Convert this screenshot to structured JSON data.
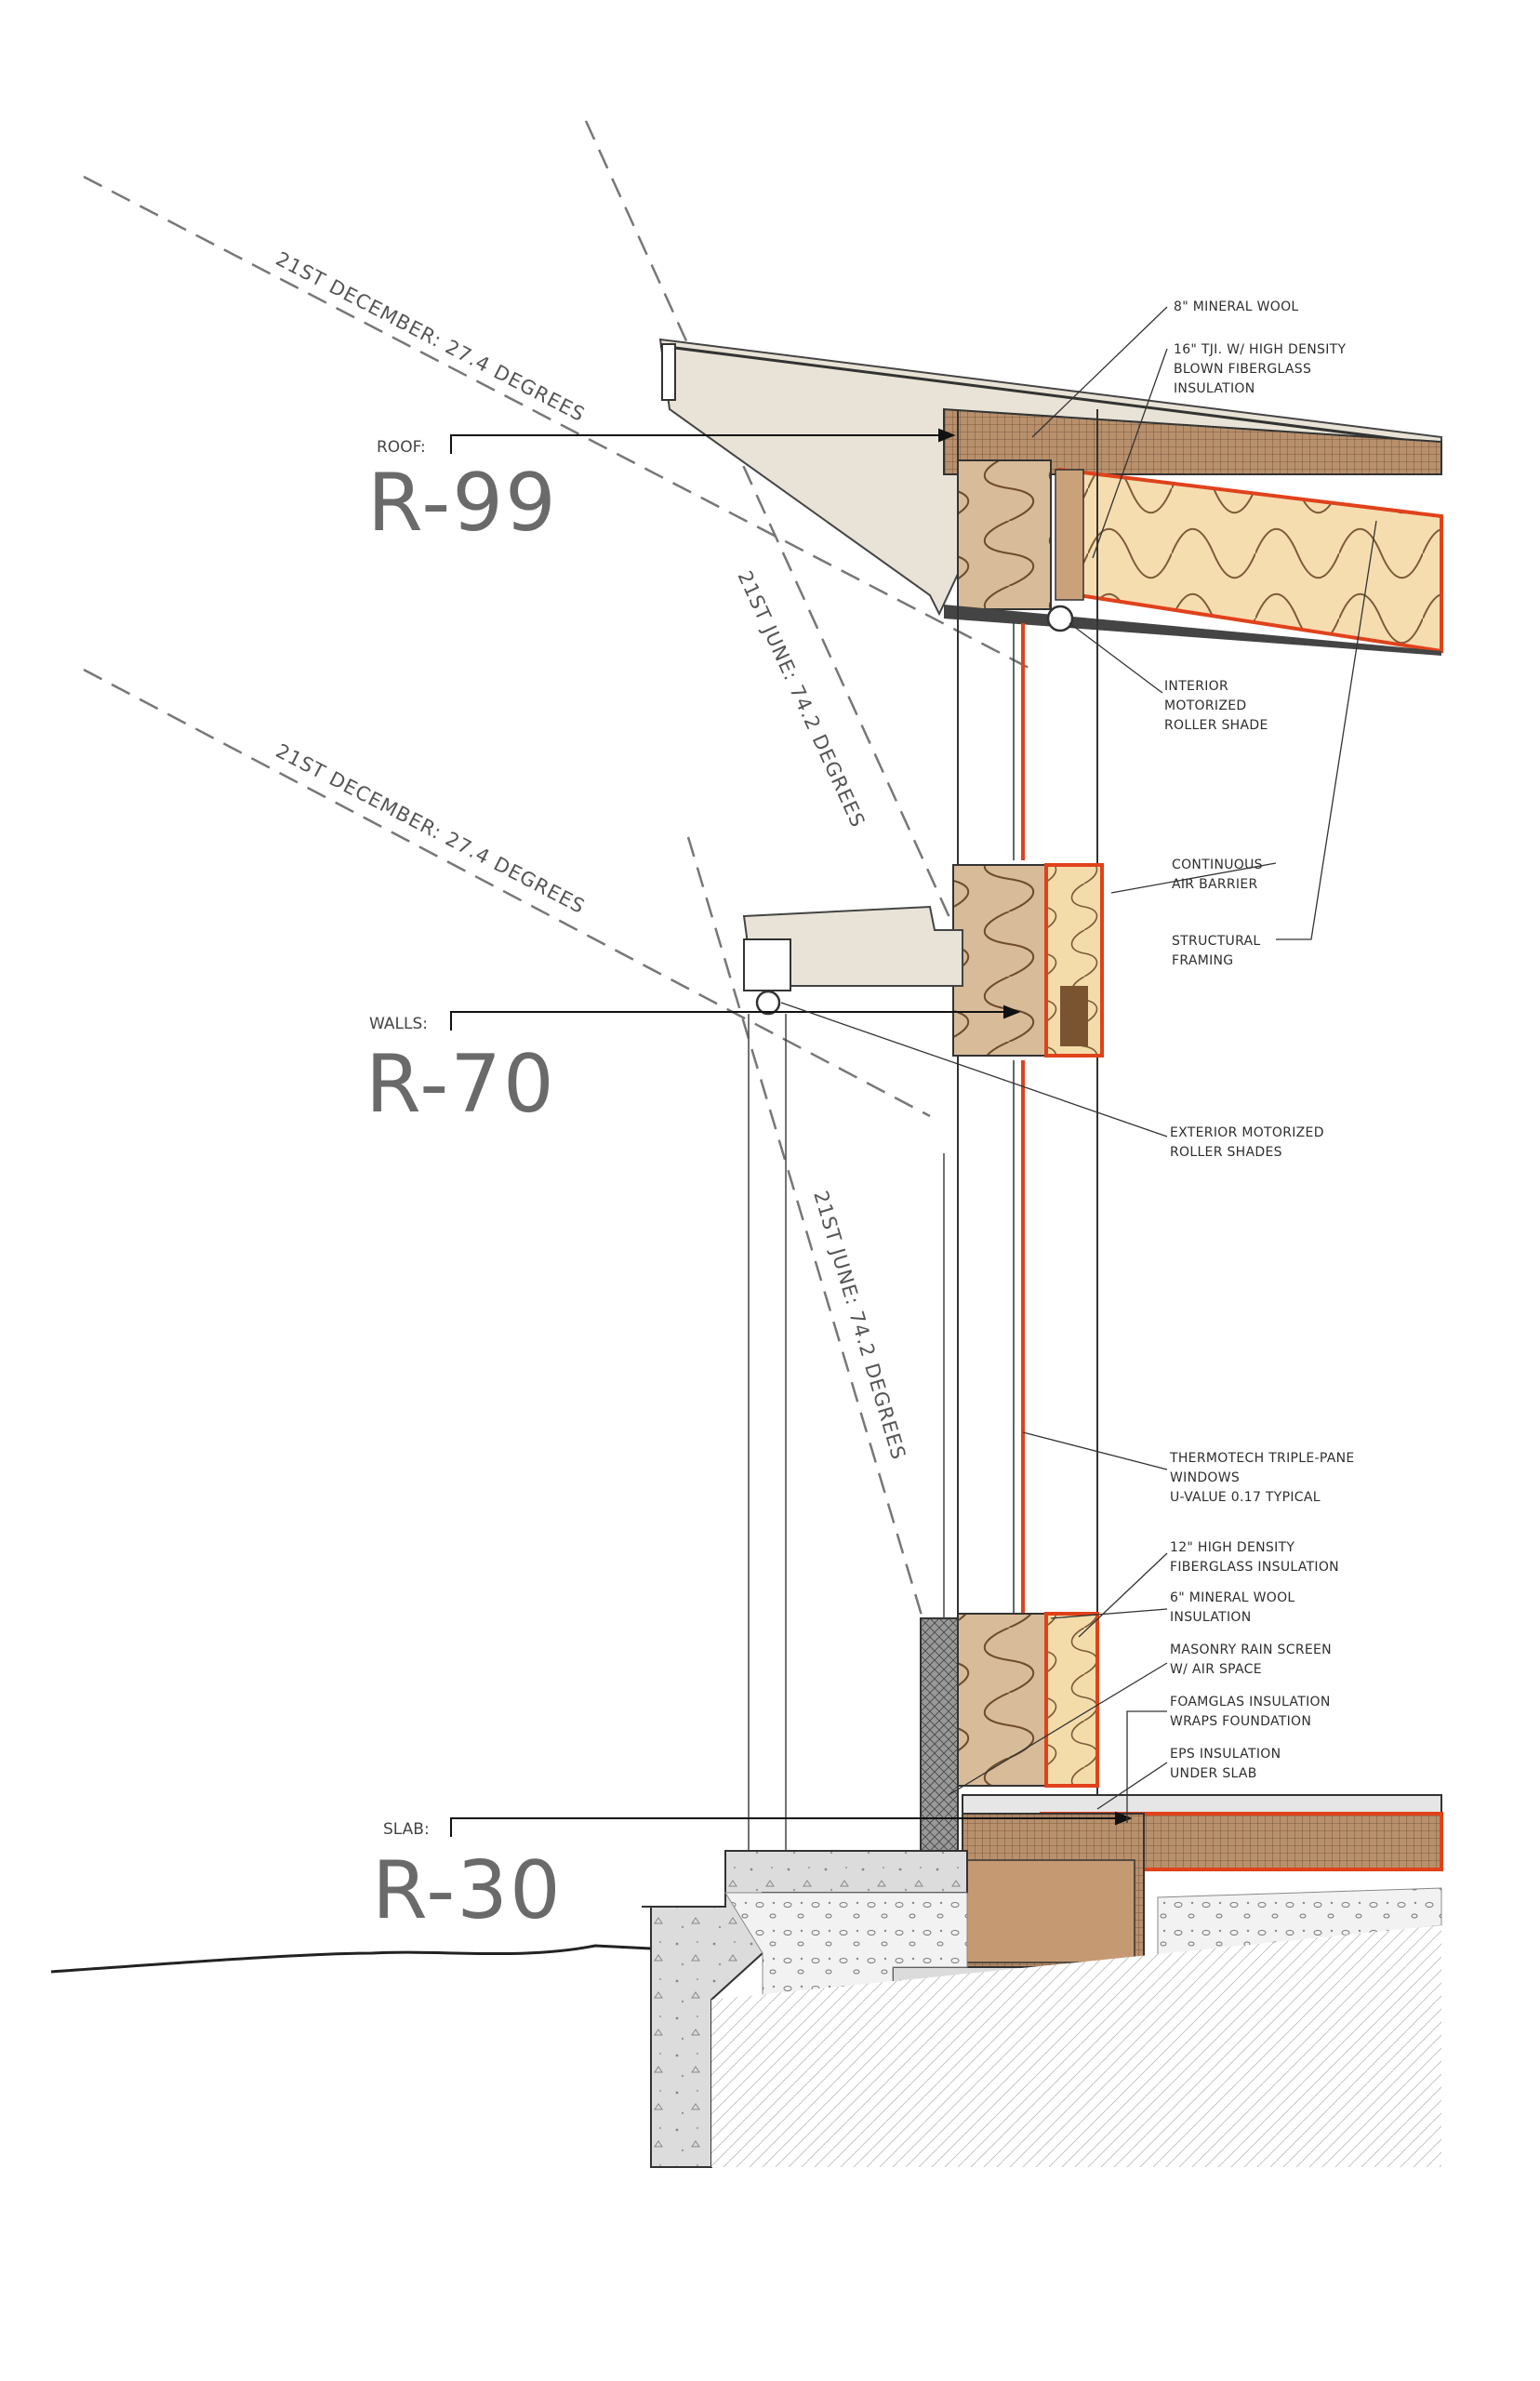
{
  "ratings": {
    "roof": {
      "label": "ROOF:",
      "value": "R-99"
    },
    "walls": {
      "label": "WALLS:",
      "value": "R-70"
    },
    "slab": {
      "label": "SLAB:",
      "value": "R-30"
    }
  },
  "sun_angles": {
    "dec_upper": "21ST DECEMBER: 27.4 DEGREES",
    "dec_lower": "21ST DECEMBER: 27.4 DEGREES",
    "jun_upper": "21ST JUNE: 74.2 DEGREES",
    "jun_lower": "21ST JUNE: 74.2 DEGREES"
  },
  "notes": {
    "mineral_wool_roof": [
      "8\" MINERAL WOOL"
    ],
    "tji": [
      "16\" TJI. W/ HIGH DENSITY",
      "BLOWN FIBERGLASS",
      "INSULATION"
    ],
    "interior_shade": [
      "INTERIOR",
      "MOTORIZED",
      "ROLLER SHADE"
    ],
    "air_barrier": [
      "CONTINUOUS",
      "AIR BARRIER"
    ],
    "structural": [
      "STRUCTURAL",
      "FRAMING"
    ],
    "exterior_shades": [
      "EXTERIOR MOTORIZED",
      "ROLLER SHADES"
    ],
    "windows": [
      "THERMOTECH TRIPLE-PANE",
      "WINDOWS",
      "U-VALUE 0.17 TYPICAL"
    ],
    "fiberglass_12": [
      "12\" HIGH DENSITY",
      "FIBERGLASS INSULATION"
    ],
    "mineral_wool_6": [
      "6\" MINERAL WOOL",
      "INSULATION"
    ],
    "masonry": [
      "MASONRY RAIN SCREEN",
      "W/ AIR SPACE"
    ],
    "foamglas": [
      "FOAMGLAS INSULATION",
      "WRAPS FOUNDATION"
    ],
    "eps": [
      "EPS INSULATION",
      "UNDER SLAB"
    ]
  },
  "colors": {
    "air_barrier": "#e0421b",
    "batt": "#f3dcaa",
    "mineral_wool": "#b48a66",
    "wood": "#c9a27a",
    "concrete": "#d6d6d6",
    "overhang": "#e8e2d6"
  }
}
